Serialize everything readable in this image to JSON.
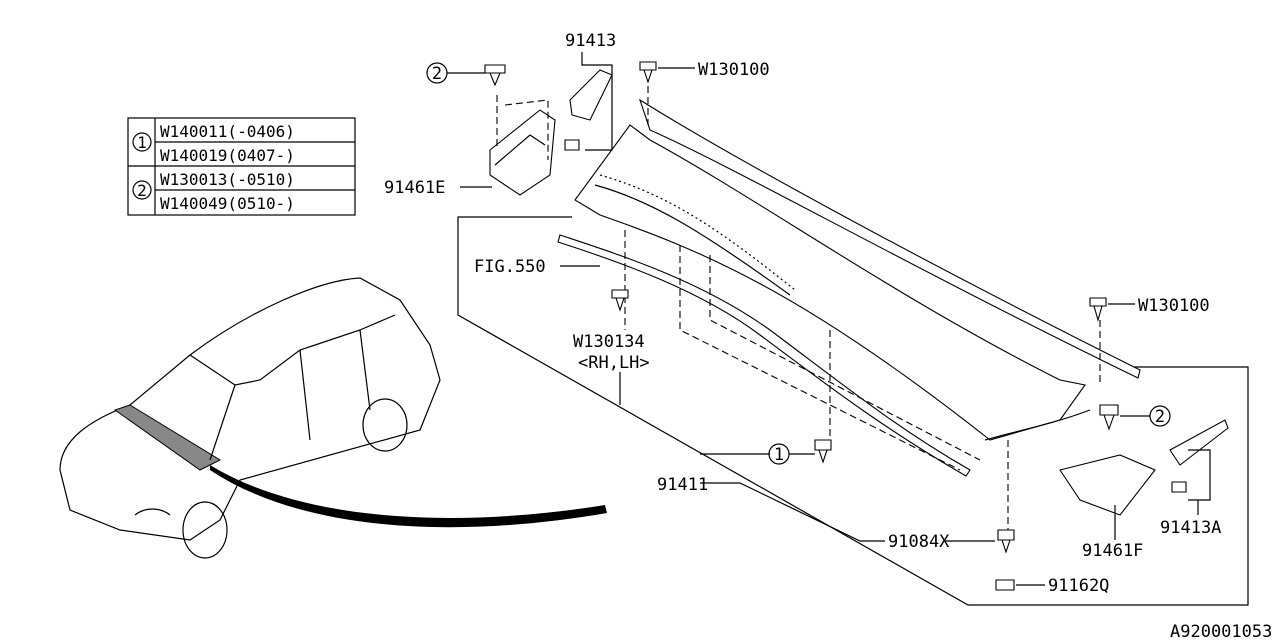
{
  "legend_table": {
    "rows": [
      {
        "marker": "1",
        "parts": [
          "W140011(-0406)",
          "W140019(0407-)"
        ]
      },
      {
        "marker": "2",
        "parts": [
          "W130013(-0510)",
          "W140049(0510-)"
        ]
      }
    ]
  },
  "callouts": {
    "p91413": "91413",
    "w130100_top": "W130100",
    "p91461E": "91461E",
    "fig550": "FIG.550",
    "w130134": "W130134",
    "w130134_side": "<RH,LH>",
    "w130100_right": "W130100",
    "p91411": "91411",
    "p91084X": "91084X",
    "p91162Q": "91162Q",
    "p91461F": "91461F",
    "p91413A": "91413A",
    "marker_2_top": "2",
    "marker_1": "1",
    "marker_2_right": "2"
  },
  "diagram_id": "A920001053"
}
